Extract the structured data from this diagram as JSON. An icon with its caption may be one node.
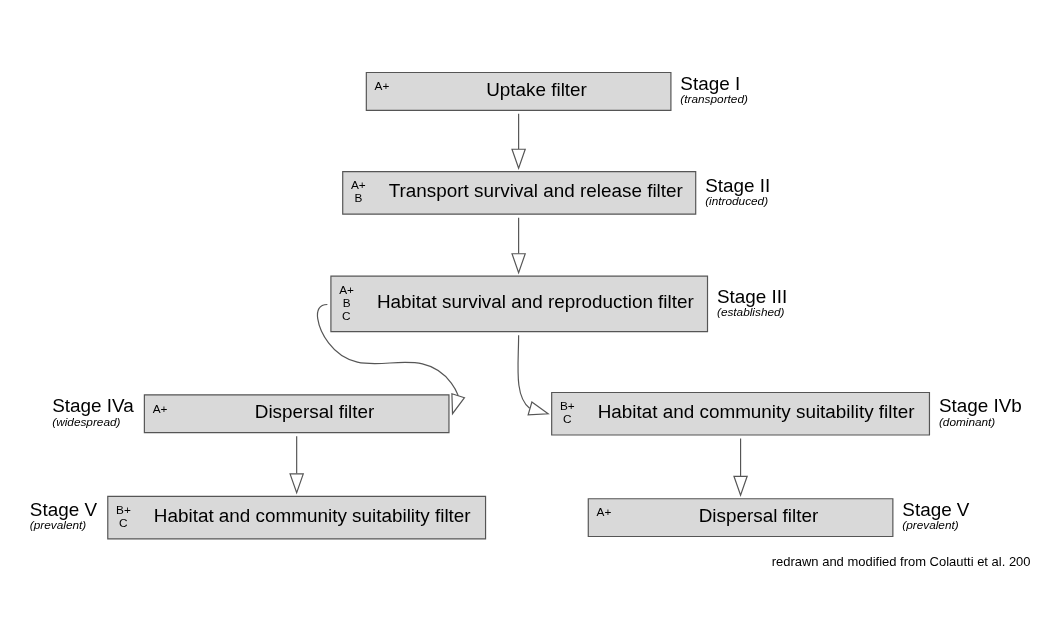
{
  "diagram": {
    "caption": "redrawn and modified from Colautti et al. 200",
    "nodes": [
      {
        "text": [
          "A+",
          "Uptake filter"
        ],
        "beside": [
          "Stage I",
          "(transported)"
        ]
      },
      {
        "text": [
          "A+ B",
          "Transport survival and release filter"
        ],
        "beside": [
          "Stage II",
          "(introduced)"
        ]
      },
      {
        "text": [
          "A+ B C",
          "Habitat survival and reproduction filter"
        ],
        "beside": [
          "Stage III",
          "(established)"
        ]
      },
      {
        "text": [
          "A+",
          "Dispersal filter"
        ],
        "beside": [
          "Stage IVa",
          "(widespread)"
        ]
      },
      {
        "text": [
          "B+ C",
          "Habitat and community suitability filter"
        ],
        "beside": [
          "Stage IVb",
          "(dominant)"
        ]
      },
      {
        "text": [
          "B+ C",
          "Habitat and community suitability filter"
        ],
        "beside": [
          "Stage V",
          "(prevalent)"
        ]
      },
      {
        "text": [
          "A+",
          "Dispersal filter"
        ],
        "beside": [
          "Stage V",
          "(prevalent)"
        ]
      }
    ],
    "edges": [
      {
        "from": 0,
        "to": 1,
        "arrow": "to"
      },
      {
        "from": 1,
        "to": 2,
        "arrow": "to"
      },
      {
        "from": 2,
        "to": 3,
        "arrow": "to"
      },
      {
        "from": 2,
        "to": 4,
        "arrow": "to"
      },
      {
        "from": 3,
        "to": 5,
        "arrow": "to"
      },
      {
        "from": 4,
        "to": 6,
        "arrow": "to"
      }
    ]
  }
}
